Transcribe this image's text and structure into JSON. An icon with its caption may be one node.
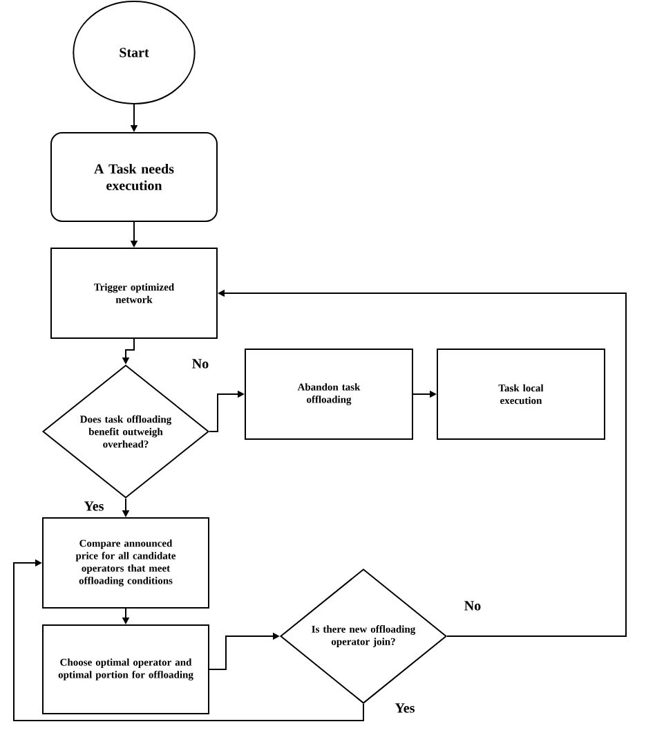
{
  "diagram": {
    "nodes": [
      {
        "text": [
          "Start"
        ]
      },
      {
        "text": [
          "A Task needs execution"
        ]
      },
      {
        "text": [
          "Trigger optimized network"
        ]
      },
      {
        "text": [
          "Does task offloading benefit outweigh overhead?"
        ]
      },
      {
        "text": [
          "Abandon task offloading"
        ]
      },
      {
        "text": [
          "Task local execution"
        ]
      },
      {
        "text": [
          "Compare announced price for all candidate operators that meet offloading conditions"
        ]
      },
      {
        "text": [
          "Choose optimal operator and optimal portion for offloading"
        ]
      },
      {
        "text": [
          "Is there new offloading operator join?"
        ]
      }
    ],
    "edges": [
      {
        "from": 0,
        "to": 1,
        "arrow": "to"
      },
      {
        "from": 1,
        "to": 2,
        "arrow": "to"
      },
      {
        "from": 2,
        "to": 3,
        "arrow": "to"
      },
      {
        "from": 3,
        "to": 4,
        "arrow": "to",
        "label": "No"
      },
      {
        "from": 4,
        "to": 5,
        "arrow": "to"
      },
      {
        "from": 3,
        "to": 6,
        "arrow": "to",
        "label": "Yes"
      },
      {
        "from": 6,
        "to": 7,
        "arrow": "to"
      },
      {
        "from": 7,
        "to": 8,
        "arrow": "to"
      },
      {
        "from": 8,
        "to": 2,
        "arrow": "to",
        "label": "No"
      },
      {
        "from": 8,
        "to": 6,
        "arrow": "to",
        "label": "Yes"
      }
    ]
  }
}
